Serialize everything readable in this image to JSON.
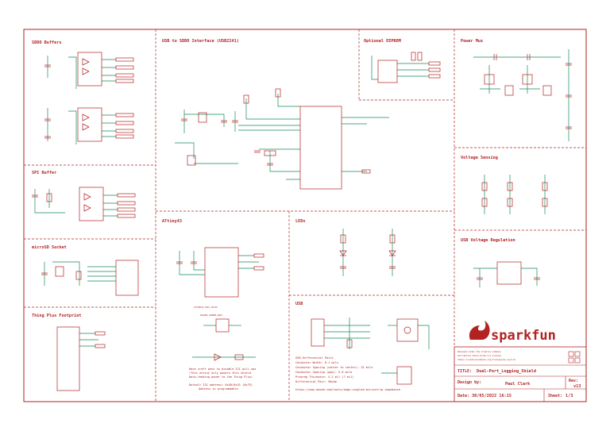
{
  "sections": {
    "sddo_buffers": "SDDO Buffers",
    "spi_buffer": "SPI Buffer",
    "microsd_socket": "microSD Socket",
    "thing_plus_footprint": "Thing Plus Footprint",
    "usb_to_sddo": "USB to SDDO Interface (USB2241)",
    "optional_eeprom": "Optional EEPROM",
    "power_mux": "Power Mux",
    "voltage_sensing": "Voltage Sensing",
    "usb_voltage_regulation": "USB Voltage Regulation",
    "attiny43": "ATtiny43",
    "leds": "LEDs",
    "usb": "USB"
  },
  "notes": {
    "jumper_line1": "Have craft peck to disable I2C pull-ups",
    "jumper_line2": "(This attiny only powers this shield",
    "jumper_line3": "back-feeding power to the Thing Plus)",
    "jumper_line4": "Default I2C address: 0x50/0x51 (0x7E)",
    "jumper_line5": "Address is programmable",
    "usb_line1": "USB Differential Pairs",
    "usb_line2": "Conductor Width: 0.1 mils",
    "usb_line3": "Conductor Spacing (center to center): 15 mils",
    "usb_line4": "Conductor Spacing (gap): 5.6 mils",
    "usb_line5": "Prepreg Thickness: 4.2 mil (7 mil)",
    "usb_line6": "Differential Pair: 90ohm",
    "usb_line7": "https://www.eeweb.com/tools/edge-coupled-microstrip-impedance",
    "part_attiny": "ATTINY43_SOIC_SOC20",
    "part_jumper": "SOLDER_JUMPER_2WAY"
  },
  "title_block": {
    "brand": "sparkfun",
    "license_line1": "Released under the Creative Commons",
    "license_line2": "Attribution Share-Alike 4.0 License",
    "license_line3": "https://creativecommons.org/licenses/by-sa/4.0/",
    "title_label": "TITLE:",
    "title_value": "Dual-Port_Logging_Shield",
    "design_label": "Design by:",
    "design_value": "Paul Clark",
    "rev_label": "Rev:",
    "rev_value": "v13",
    "date_label": "Date:",
    "date_value": "30/05/2022 16:15",
    "sheet_label": "Sheet:",
    "sheet_value": "1/3"
  },
  "colors": {
    "frame": "#b22222",
    "wire": "#138a5e",
    "part": "#b22222",
    "text": "#b22222"
  }
}
